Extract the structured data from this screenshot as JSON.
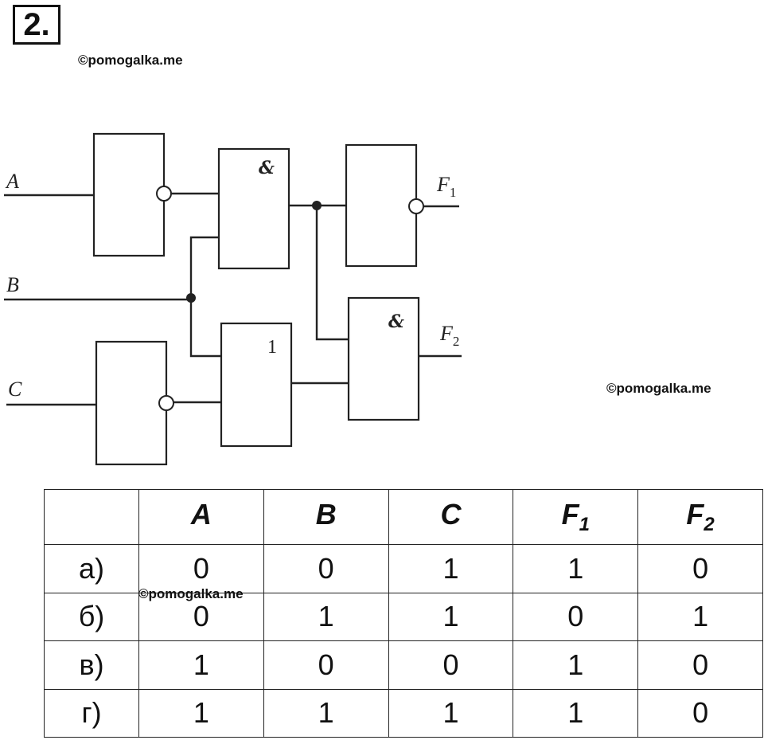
{
  "task_number": "2.",
  "watermarks": [
    "©pomogalka.me",
    "©pomogalka.me",
    "©pomogalka.me"
  ],
  "circuit": {
    "inputs": [
      "A",
      "B",
      "C"
    ],
    "outputs": [
      {
        "base": "F",
        "sub": "1"
      },
      {
        "base": "F",
        "sub": "2"
      }
    ],
    "gate_symbols": {
      "and": "&",
      "or": "1"
    }
  },
  "table": {
    "headers": [
      {
        "base": "A",
        "sub": ""
      },
      {
        "base": "B",
        "sub": ""
      },
      {
        "base": "C",
        "sub": ""
      },
      {
        "base": "F",
        "sub": "1"
      },
      {
        "base": "F",
        "sub": "2"
      }
    ],
    "rows": [
      {
        "label": "а)",
        "values": [
          "0",
          "0",
          "1",
          "1",
          "0"
        ]
      },
      {
        "label": "б)",
        "values": [
          "0",
          "1",
          "1",
          "0",
          "1"
        ]
      },
      {
        "label": "в)",
        "values": [
          "1",
          "0",
          "0",
          "1",
          "0"
        ]
      },
      {
        "label": "г)",
        "values": [
          "1",
          "1",
          "1",
          "1",
          "0"
        ]
      }
    ]
  }
}
